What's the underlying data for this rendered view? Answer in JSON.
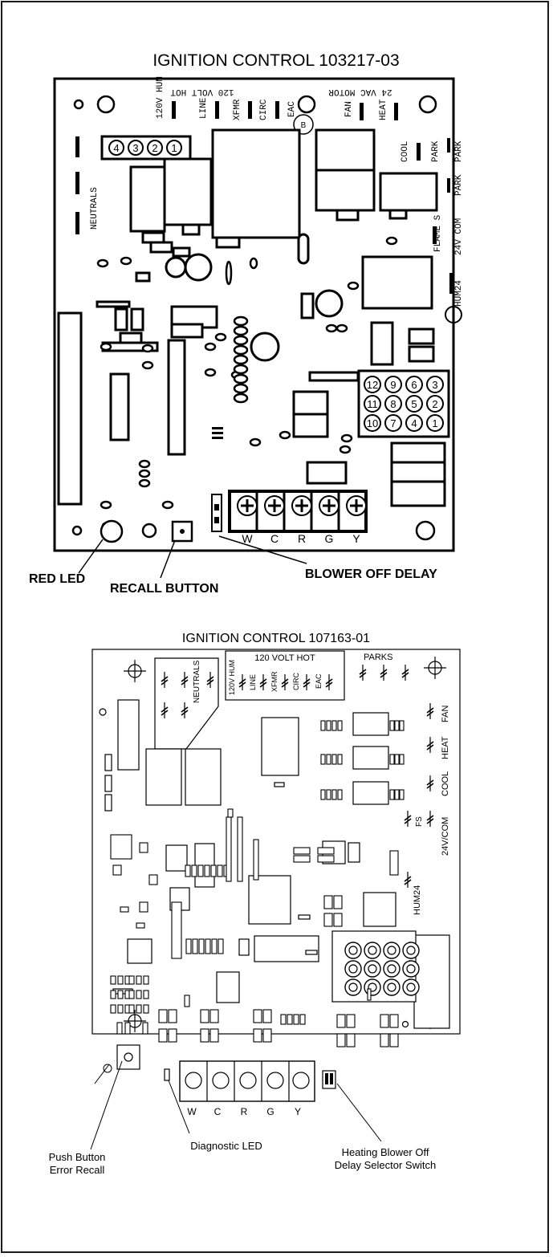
{
  "board1": {
    "title": "IGNITION CONTROL 103217-03",
    "top_labels": [
      "120V HUM",
      "LINE",
      "XFMR",
      "CIRC",
      "EAC",
      "FAN",
      "HEAT"
    ],
    "header_left": "120 VOLT HOT",
    "header_right": "24 VAC MOTOR",
    "circle_label": "B",
    "right_labels": [
      "COOL",
      "PARK",
      "PARK",
      "PARK",
      "FLAME S",
      "24V COM",
      "HUM24"
    ],
    "side_label": "NEUTRALS",
    "plug_pins": [
      "4",
      "3",
      "2",
      "1"
    ],
    "connector_pins": [
      "12",
      "9",
      "6",
      "3",
      "11",
      "8",
      "5",
      "2",
      "10",
      "7",
      "4",
      "1"
    ],
    "terminals": [
      "W",
      "C",
      "R",
      "G",
      "Y"
    ],
    "callouts": {
      "red_led": "RED LED",
      "recall_button": "RECALL BUTTON",
      "blower_off_delay": "BLOWER OFF DELAY"
    }
  },
  "board2": {
    "title": "IGNITION CONTROL 107163-01",
    "header": "120 VOLT HOT",
    "parks": "PARKS",
    "neutrals": "NEUTRALS",
    "top_labels": [
      "120V HUM",
      "LINE",
      "XFMR",
      "CIRC",
      "EAC"
    ],
    "right_labels": [
      "FAN",
      "HEAT",
      "COOL",
      "FS",
      "24V/COM",
      "HUM24"
    ],
    "terminals": [
      "W",
      "C",
      "R",
      "G",
      "Y"
    ],
    "callouts": {
      "push_button_1": "Push Button",
      "push_button_2": "Error Recall",
      "diagnostic_led": "Diagnostic LED",
      "blower_switch_1": "Heating Blower Off",
      "blower_switch_2": "Delay Selector Switch"
    }
  }
}
